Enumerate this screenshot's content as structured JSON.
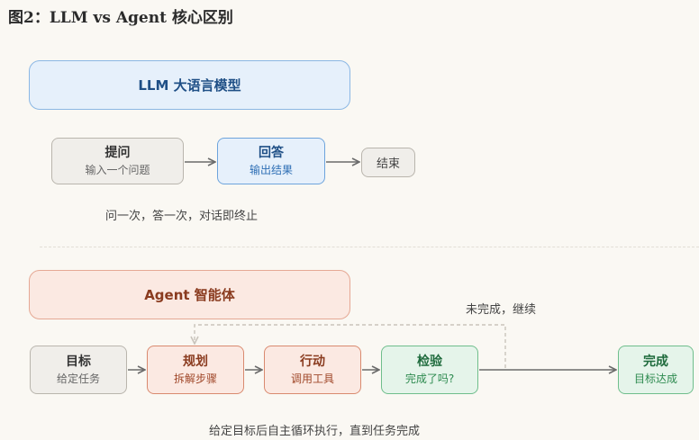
{
  "figure_title": "图2：LLM vs Agent 核心区别",
  "llm": {
    "header": "LLM 大语言模型",
    "nodes": [
      {
        "title": "提问",
        "subtitle": "输入一个问题"
      },
      {
        "title": "回答",
        "subtitle": "输出结果"
      },
      {
        "title": "结束"
      }
    ],
    "caption": "问一次，答一次，对话即终止"
  },
  "agent": {
    "header": "Agent 智能体",
    "nodes": [
      {
        "title": "目标",
        "subtitle": "给定任务"
      },
      {
        "title": "规划",
        "subtitle": "拆解步骤"
      },
      {
        "title": "行动",
        "subtitle": "调用工具"
      },
      {
        "title": "检验",
        "subtitle": "完成了吗?"
      },
      {
        "title": "完成",
        "subtitle": "目标达成"
      }
    ],
    "loop_label": "未完成，继续",
    "caption": "给定目标后自主循环执行，直到任务完成"
  },
  "colors": {
    "gray": "#b9b5ad",
    "blue": "#6ea4dc",
    "orange": "#d98a6f",
    "green": "#6fbe8c",
    "arrow": "#6b6b6b"
  }
}
